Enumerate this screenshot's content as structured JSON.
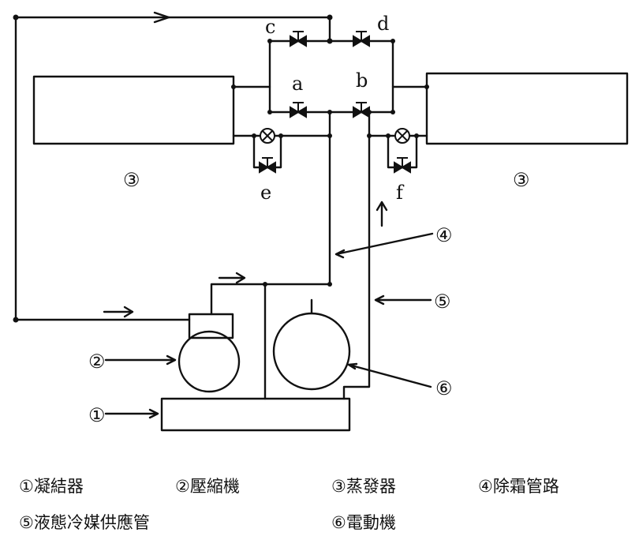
{
  "diagram": {
    "valve_labels": {
      "a": "a",
      "b": "b",
      "c": "c",
      "d": "d",
      "e": "e",
      "f": "f"
    },
    "callouts": {
      "condenser": "①",
      "compressor": "②",
      "evaporator_left": "③",
      "evaporator_right": "③",
      "defrost_line": "④",
      "liquid_supply_line": "⑤",
      "motor": "⑥"
    }
  },
  "legend": {
    "item_1": "①凝結器",
    "item_2": "②壓縮機",
    "item_3": "③蒸發器",
    "item_4": "④除霜管路",
    "item_5": "⑤液態冷媒供應管",
    "item_6": "⑥電動機"
  },
  "colors": {
    "line": "#111111",
    "background": "#ffffff"
  }
}
